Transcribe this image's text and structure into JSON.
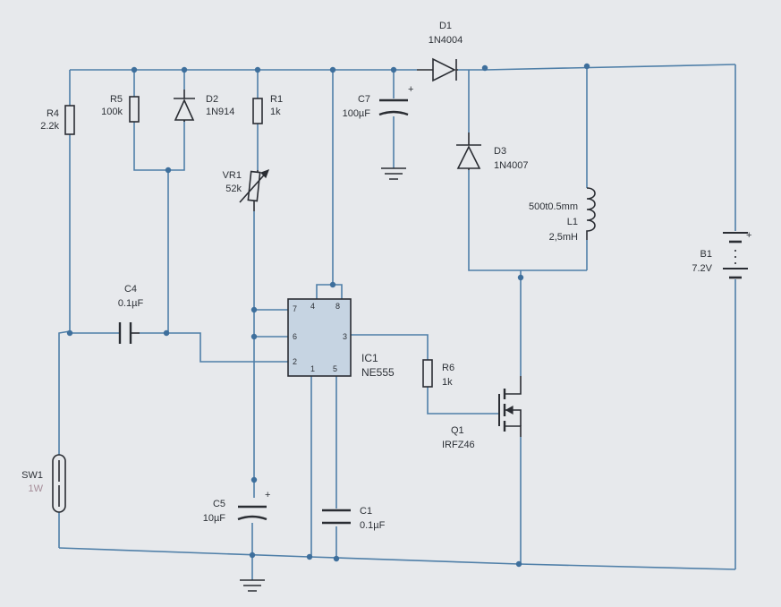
{
  "components": {
    "r4": {
      "ref": "R4",
      "value": "2.2k"
    },
    "r5": {
      "ref": "R5",
      "value": "100k"
    },
    "d2": {
      "ref": "D2",
      "value": "1N914"
    },
    "r1": {
      "ref": "R1",
      "value": "1k"
    },
    "vr1": {
      "ref": "VR1",
      "value": "52k"
    },
    "c7": {
      "ref": "C7",
      "value": "100µF"
    },
    "d1": {
      "ref": "D1",
      "value": "1N4004"
    },
    "d3": {
      "ref": "D3",
      "value": "1N4007"
    },
    "l1": {
      "ref": "L1",
      "value": "2,5mH",
      "note": "500t0.5mm"
    },
    "b1": {
      "ref": "B1",
      "value": "7.2V"
    },
    "c4": {
      "ref": "C4",
      "value": "0.1µF"
    },
    "ic1": {
      "ref": "IC1",
      "value": "NE555",
      "pins": [
        "7",
        "4",
        "8",
        "6",
        "3",
        "2",
        "1",
        "5"
      ]
    },
    "r6": {
      "ref": "R6",
      "value": "1k"
    },
    "q1": {
      "ref": "Q1",
      "value": "IRFZ46"
    },
    "sw1": {
      "ref": "SW1",
      "value": "1W"
    },
    "c5": {
      "ref": "C5",
      "value": "10µF"
    },
    "c1": {
      "ref": "C1",
      "value": "0.1µF"
    }
  },
  "colors": {
    "wire": "#4f7fa8",
    "component": "#2a2d33",
    "background": "#e7e9ec",
    "junction": "#3e6f9c",
    "muted_label": "#a58c98"
  }
}
